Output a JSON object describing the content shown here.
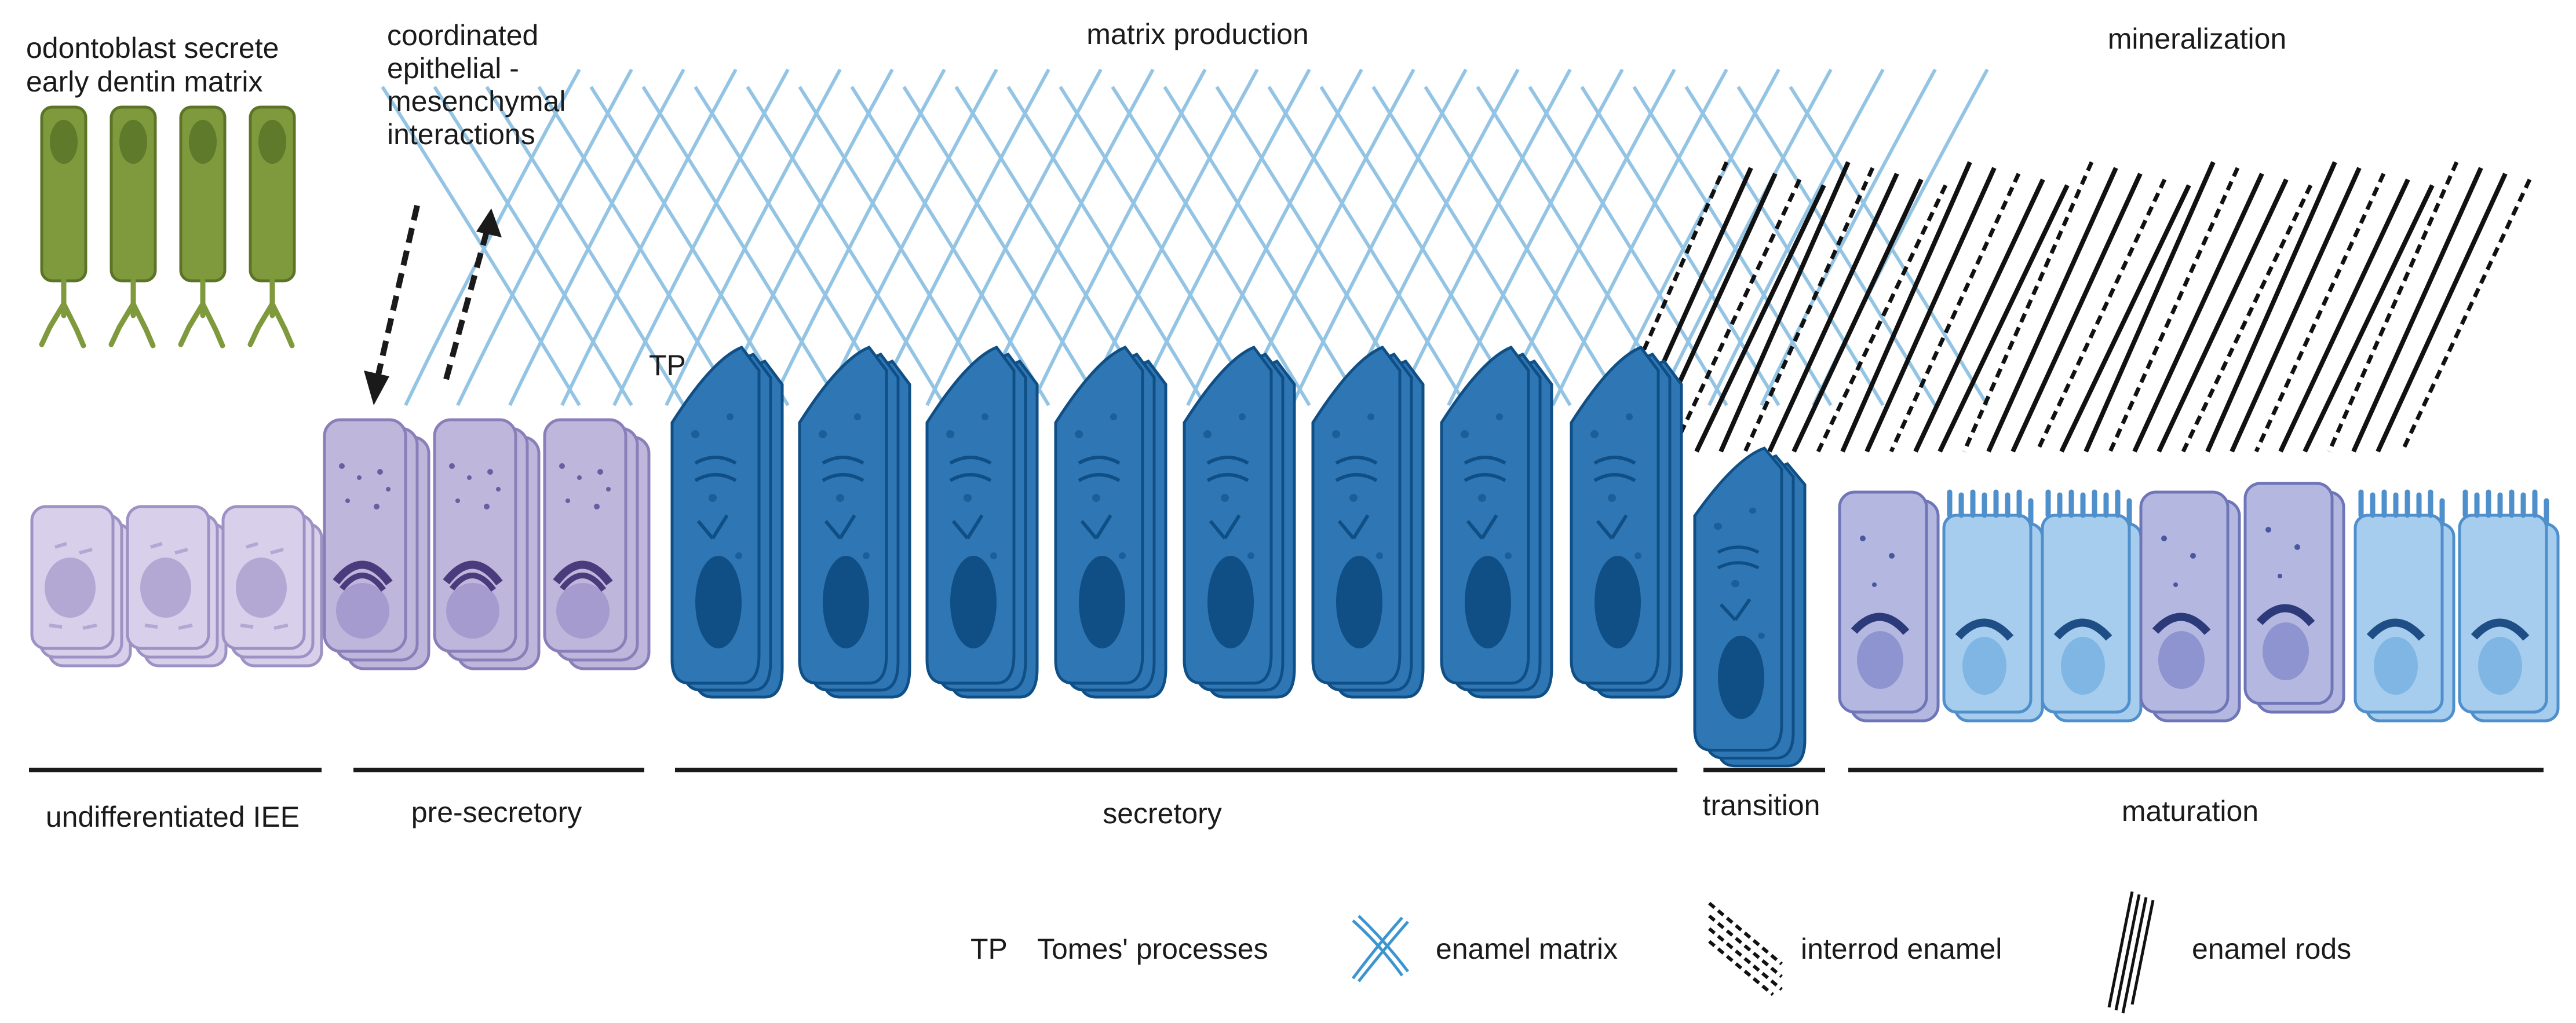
{
  "top_labels": {
    "odontoblast": [
      "odontoblast secrete",
      "early dentin matrix"
    ],
    "interactions": [
      "coordinated",
      "epithelial -",
      "mesenchymal",
      "interactions"
    ],
    "matrix_production": "matrix production",
    "mineralization": "mineralization",
    "tp_marker": "TP"
  },
  "stages": [
    {
      "label": "undifferentiated IEE"
    },
    {
      "label": "pre-secretory"
    },
    {
      "label": "secretory"
    },
    {
      "label": "transition"
    },
    {
      "label": "maturation"
    }
  ],
  "legend": {
    "tp_abbrev": "TP",
    "tp_text": "Tomes' processes",
    "enamel_matrix": "enamel matrix",
    "interrod_enamel": "interrod enamel",
    "enamel_rods": "enamel rods"
  },
  "colors": {
    "odontoblast_green": "#7f9a3d",
    "iee_lavender": "#d8d0ea",
    "presecretory_purple": "#b9b0d6",
    "organelle_purple": "#5a4a8a",
    "secretory_blue": "#2f77b4",
    "secretory_dark": "#0f4f86",
    "matrix_blue": "#3d95cf",
    "maturation_light": "#a7cdee",
    "maturation_lavender": "#b4b8e0",
    "rod_black": "#111111"
  }
}
